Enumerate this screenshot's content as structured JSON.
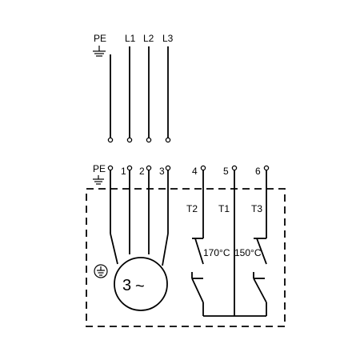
{
  "supply": {
    "pe": "PE",
    "l1": "L1",
    "l2": "L2",
    "l3": "L3"
  },
  "motor_terminals": {
    "pe": "PE",
    "t1": "1",
    "t2": "2",
    "t3": "3",
    "t4": "4",
    "t5": "5",
    "t6": "6"
  },
  "thermal": {
    "t1": "T1",
    "t2": "T2",
    "t3": "T3",
    "temp_left": "170°C",
    "temp_right": "150°C"
  },
  "motor": {
    "symbol_digit": "3",
    "symbol_wave": "~"
  },
  "icons": [
    "ground-icon",
    "protective-earth-icon",
    "motor-symbol",
    "thermal-switch-icon"
  ]
}
